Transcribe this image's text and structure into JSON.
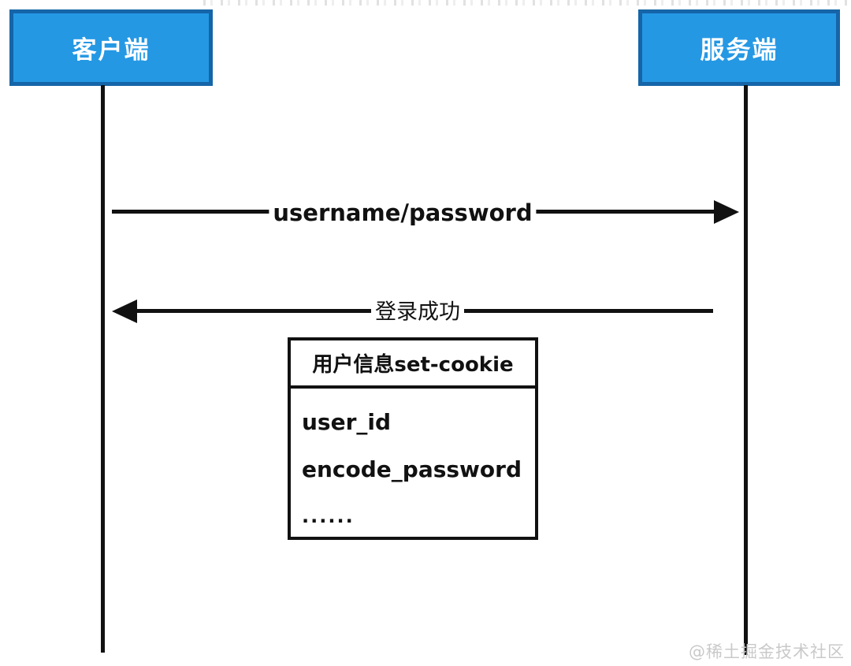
{
  "diagram": {
    "type": "sequence-diagram",
    "actors": [
      {
        "id": "client",
        "label": "客户端"
      },
      {
        "id": "server",
        "label": "服务端"
      }
    ],
    "messages": [
      {
        "from": "client",
        "to": "server",
        "direction": "right",
        "label": "username/password"
      },
      {
        "from": "server",
        "to": "client",
        "direction": "left",
        "label": "登录成功"
      }
    ],
    "cookie_box": {
      "title": "用户信息set-cookie",
      "fields": [
        "user_id",
        "encode_password",
        "......"
      ]
    },
    "watermark": "@稀土掘金技术社区",
    "colors": {
      "actor_fill": "#2598E4",
      "actor_border": "#1565A8",
      "line": "#111111",
      "watermark": "#C9C9C9"
    }
  }
}
